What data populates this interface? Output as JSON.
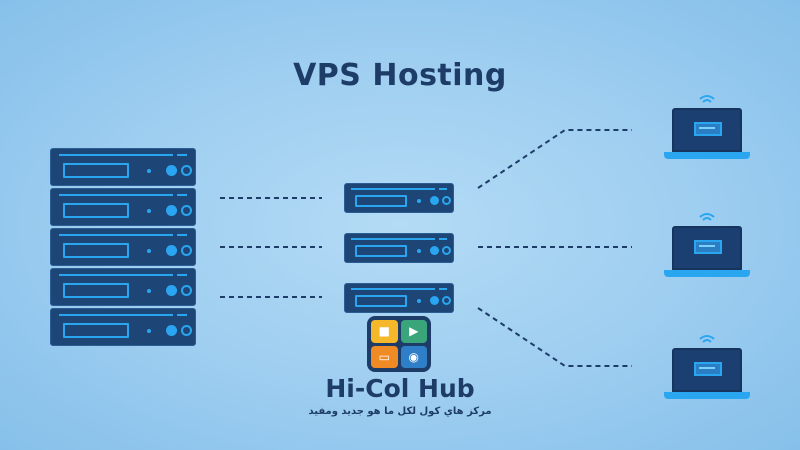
{
  "title": "VPS Hosting",
  "brand": {
    "name": "Hi-Col Hub",
    "tagline": "مركز هاي كول لكل ما هو جديد ومفيد"
  },
  "icons": [
    "chat-icon",
    "play-icon",
    "book-icon",
    "camera-icon",
    "wifi-icon",
    "server-icon",
    "laptop-icon"
  ],
  "colors": {
    "background": "#9dcdf0",
    "navy": "#1d3c68",
    "accent": "#2aa6f0"
  }
}
